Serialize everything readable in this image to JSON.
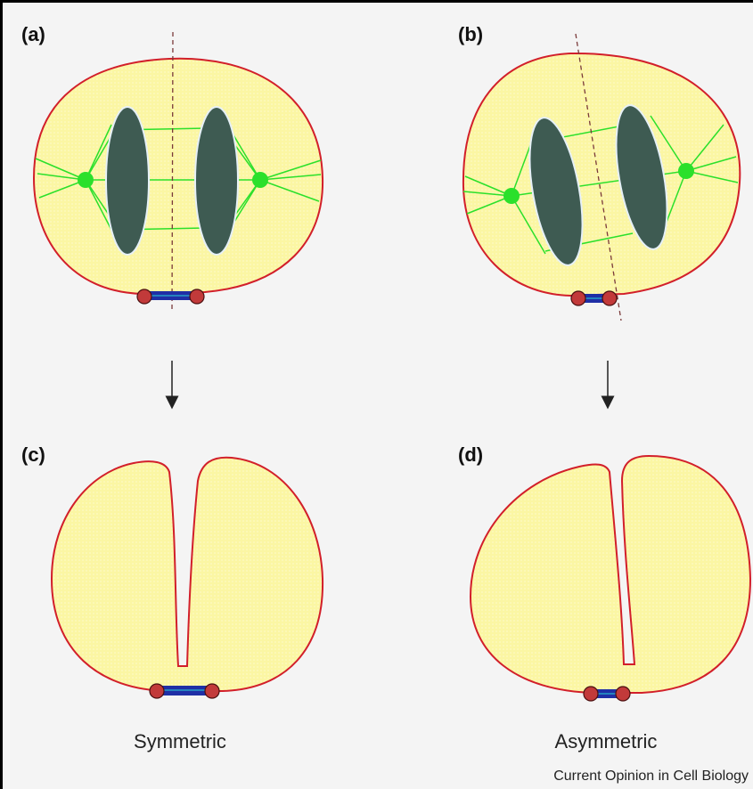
{
  "panels": {
    "a": {
      "label": "(a)"
    },
    "b": {
      "label": "(b)"
    },
    "c": {
      "label": "(c)",
      "caption": "Symmetric"
    },
    "d": {
      "label": "(d)",
      "caption": "Asymmetric"
    }
  },
  "credit": "Current Opinion in Cell Biology",
  "colors": {
    "cell_fill": "#fbf6a3",
    "membrane": "#d21f2a",
    "chromosome": "#3e5b52",
    "spindle": "#2be02b",
    "midbody": "#1f2fa6",
    "ring": "#c23a3a",
    "background": "#f4f4f4",
    "axis_line": "#7a3a3a"
  }
}
